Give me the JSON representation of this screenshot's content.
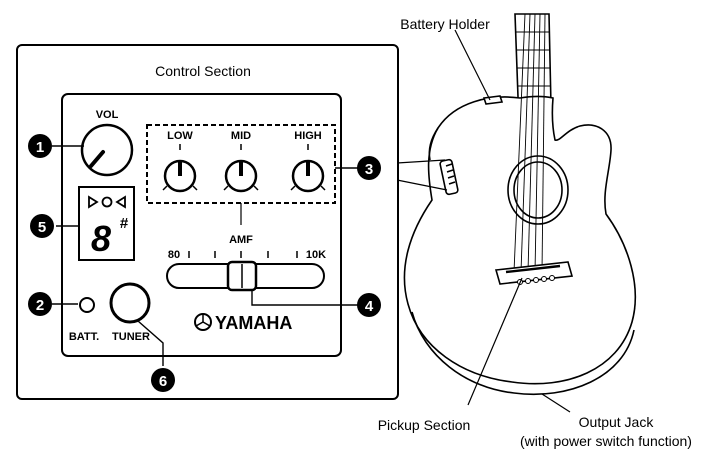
{
  "labels": {
    "battery_holder": "Battery Holder",
    "control_section": "Control Section",
    "vol": "VOL",
    "low": "LOW",
    "mid": "MID",
    "high": "HIGH",
    "amf": "AMF",
    "freq_low": "80",
    "freq_high": "10K",
    "batt": "BATT.",
    "tuner": "TUNER",
    "brand": "YAMAHA",
    "pickup_section": "Pickup Section",
    "output_jack": "Output Jack",
    "output_jack_note": "(with power switch function)",
    "tuner_note": "8",
    "tuner_sharp": "#"
  },
  "callouts": [
    "1",
    "2",
    "3",
    "4",
    "5",
    "6"
  ],
  "colors": {
    "line": "#000000",
    "background": "#ffffff",
    "callout_fill": "#000000"
  }
}
